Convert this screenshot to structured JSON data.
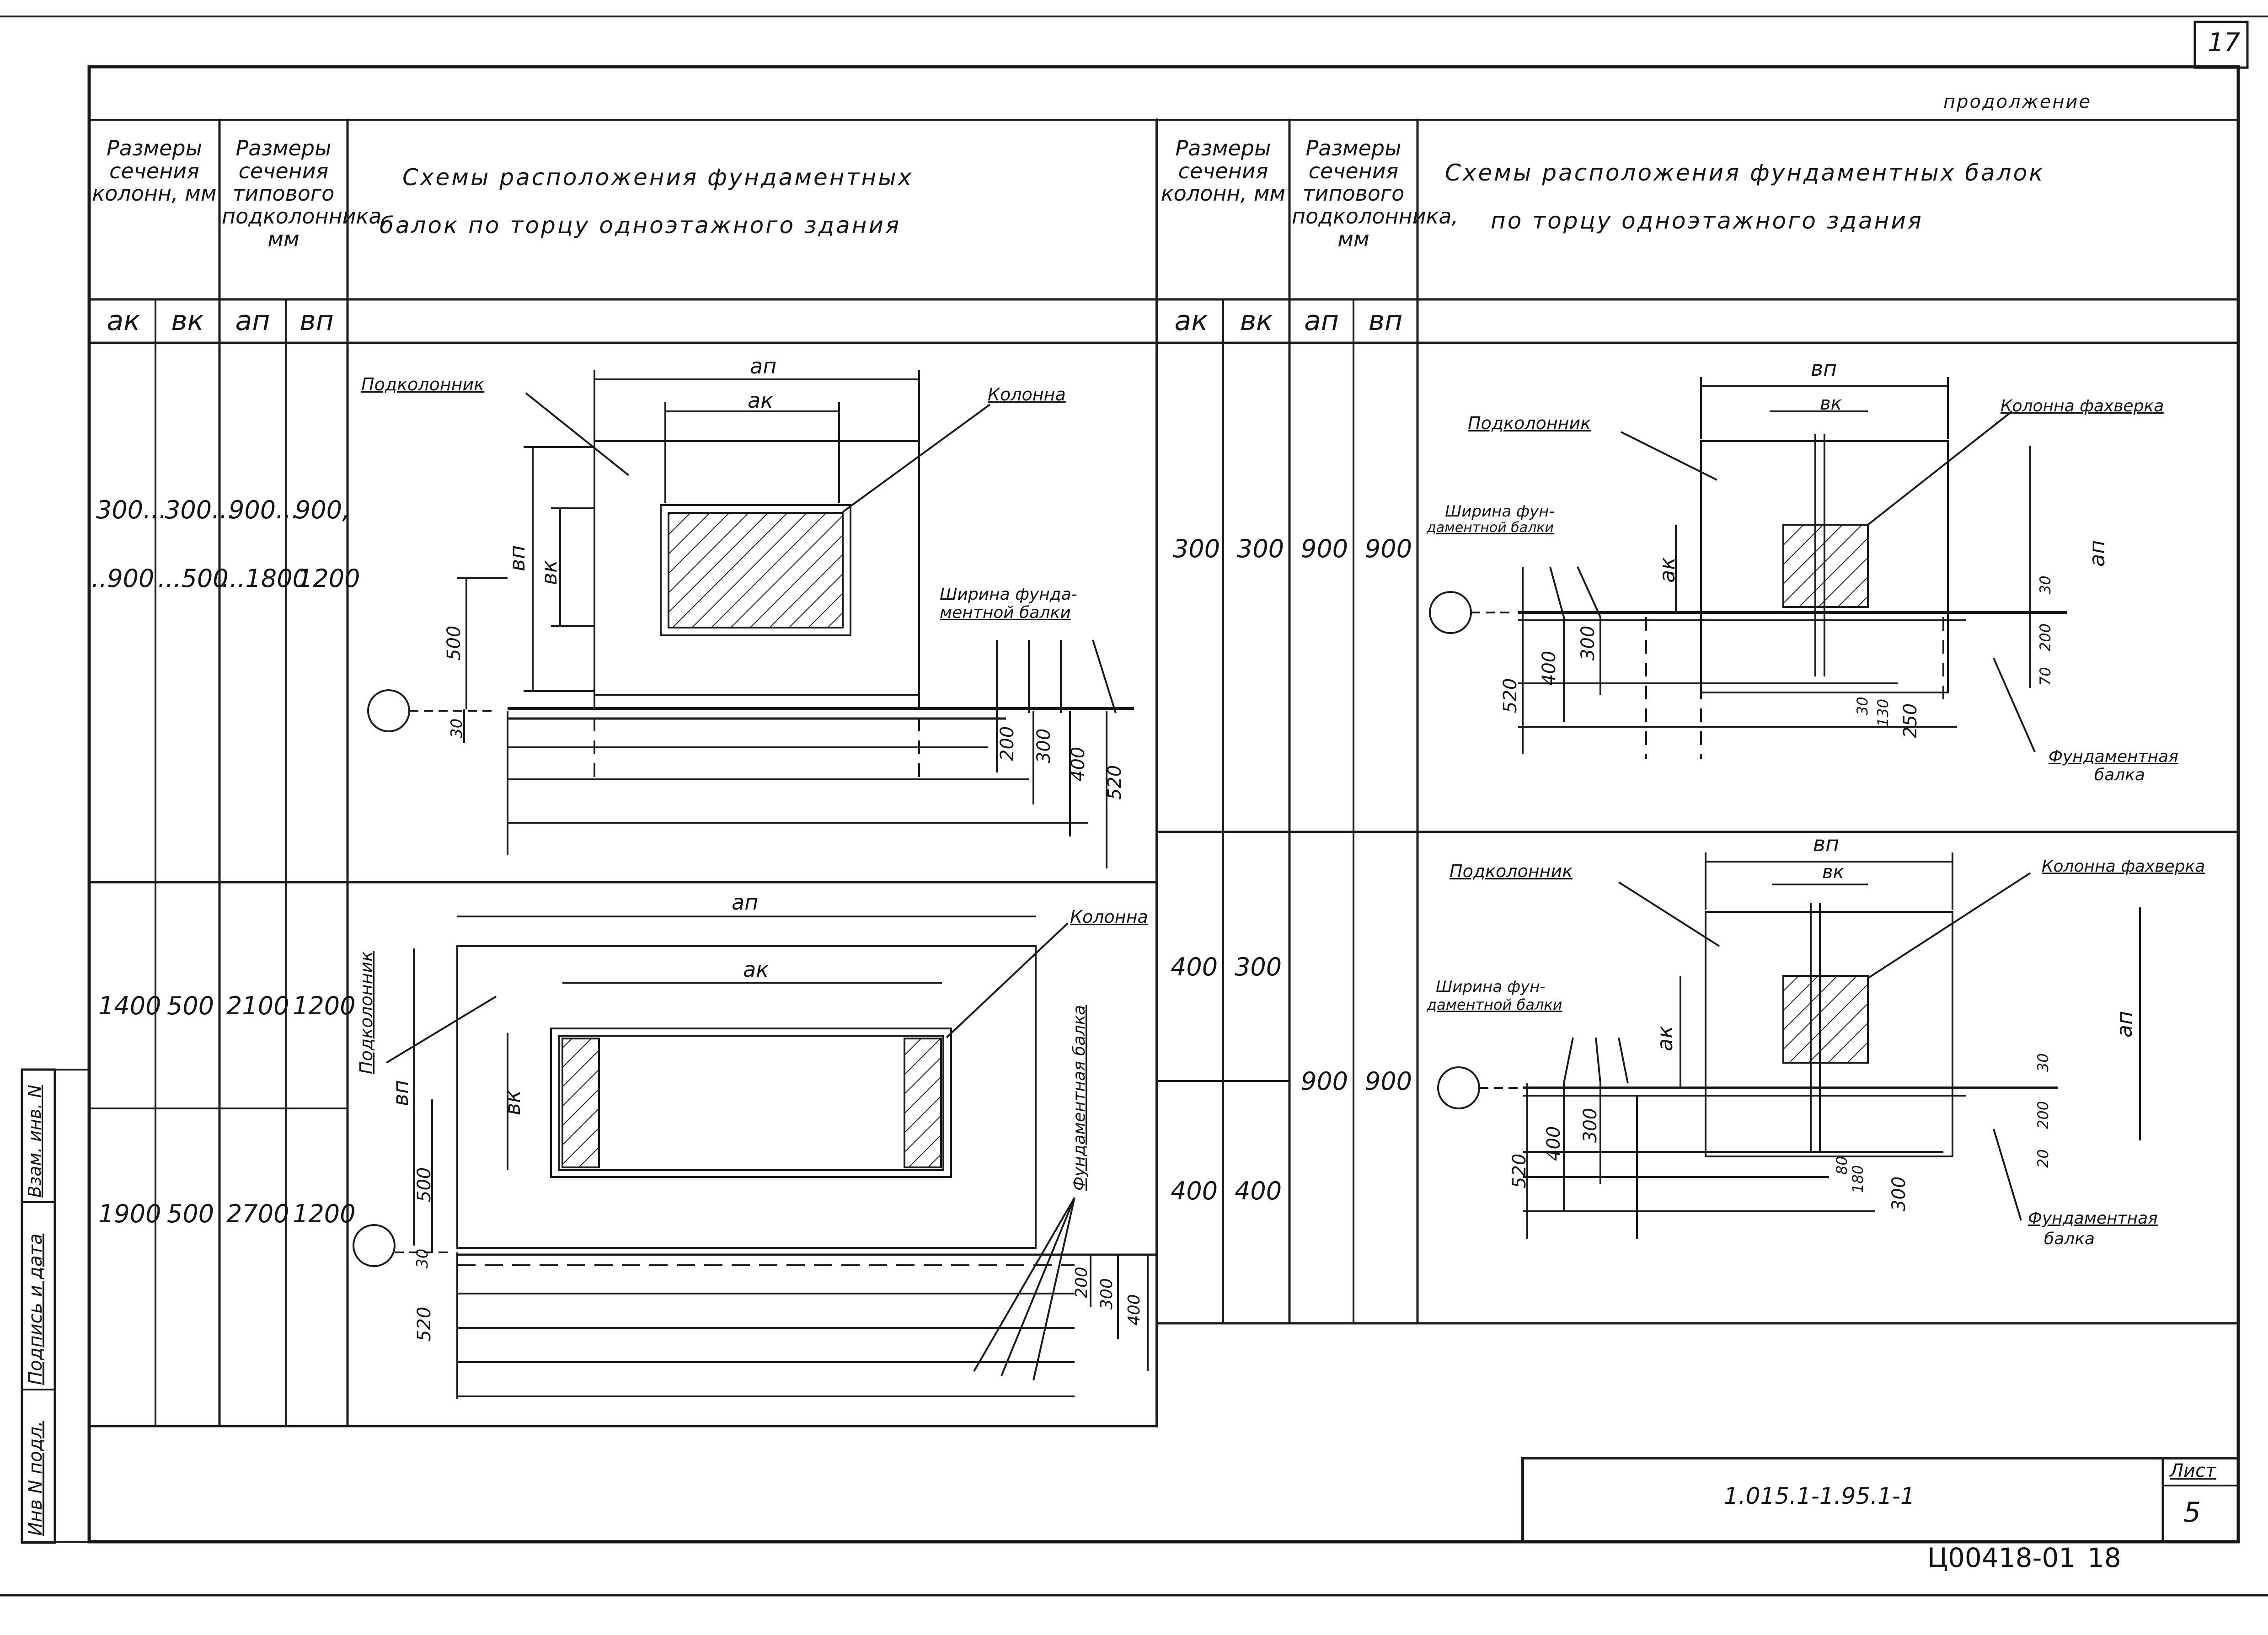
{
  "sheet_number_corner": "17",
  "continuation": "продолжение",
  "left_section": {
    "header": {
      "col_sizes_title": "Размеры сечения колонн, мм",
      "sub_sizes_title": "Размеры сечения типового подколонника, мм",
      "scheme_title_line1": "Схемы расположения фундаментных",
      "scheme_title_line2": "балок по торцу одноэтажного здания",
      "sym_ak": "ак",
      "sym_bk": "вк",
      "sym_an": "ап",
      "sym_bn": "вп"
    },
    "rows": [
      {
        "ak": "300...",
        "bk": "300...",
        "an": "900...",
        "bn": "900,"
      },
      {
        "ak": "..900",
        "bk": "...500",
        "an": "...1800",
        "bn": "1200"
      },
      {
        "ak": "1400",
        "bk": "500",
        "an": "2100",
        "bn": "1200"
      },
      {
        "ak": "1900",
        "bk": "500",
        "an": "2700",
        "bn": "1200"
      }
    ],
    "diagram1": {
      "label_podkolonnik": "Подколонник",
      "label_kolonna": "Колонна",
      "label_width": "Ширина фунда-",
      "label_width2": "ментной балки",
      "dim_an": "ап",
      "dim_ak": "ак",
      "dim_bn": "вп",
      "dim_bk": "вк",
      "dim_500": "500",
      "dim_30": "30",
      "dims_right": [
        "200",
        "300",
        "400",
        "520"
      ]
    },
    "diagram2": {
      "label_podkolonnik": "Подколонник",
      "label_kolonna": "Колонна",
      "label_beam": "Фундаментная балка",
      "dim_an": "ап",
      "dim_ak": "ак",
      "dim_bn": "вп",
      "dim_bk": "вк",
      "dim_500": "500",
      "dim_30": "30",
      "dim_520": "520",
      "dims_right": [
        "200",
        "300",
        "400"
      ]
    }
  },
  "right_section": {
    "header": {
      "col_sizes_title": "Размеры сечения колонн, мм",
      "sub_sizes_title": "Размеры сечения типового подколонника, мм",
      "scheme_title_line1": "Схемы расположения фундаментных балок",
      "scheme_title_line2": "по торцу одноэтажного здания",
      "sym_ak": "ак",
      "sym_bk": "вк",
      "sym_an": "ап",
      "sym_bn": "вп"
    },
    "rows": [
      {
        "ak": "300",
        "bk": "300",
        "an": "900",
        "bn": "900"
      },
      {
        "ak": "400",
        "bk": "300",
        "an": "",
        "bn": ""
      },
      {
        "ak": "",
        "bk": "",
        "an": "900",
        "bn": "900"
      },
      {
        "ak": "400",
        "bk": "400",
        "an": "",
        "bn": ""
      }
    ],
    "diagram3": {
      "label_podkolonnik": "Подколонник",
      "label_kolonna": "Колонна фахверка",
      "label_width": "Ширина фун-",
      "label_width2": "даментной балки",
      "label_beam": "Фундаментная",
      "label_beam2": "балка",
      "dim_bn": "вп",
      "dim_bk": "вк",
      "dim_ak": "ак",
      "dim_an": "ап",
      "dims_left": [
        "520",
        "400",
        "300"
      ],
      "dims_right": [
        "30",
        "200",
        "70"
      ],
      "dims_bottom": [
        "30",
        "130",
        "250"
      ]
    },
    "diagram4": {
      "label_podkolonnik": "Подколонник",
      "label_kolonna": "Колонна фахверка",
      "label_width": "Ширина фун-",
      "label_width2": "даментной балки",
      "label_beam": "Фундаментная",
      "label_beam2": "балка",
      "dim_bn": "вп",
      "dim_bk": "вк",
      "dim_ak": "ак",
      "dim_an": "ап",
      "dims_left": [
        "520",
        "400",
        "300"
      ],
      "dims_right": [
        "30",
        "200",
        "20"
      ],
      "dims_bottom": [
        "80",
        "180",
        "300"
      ]
    }
  },
  "side_stamp": [
    "Инв N подл.",
    "Подпись и дата",
    "Взам. инв. N"
  ],
  "title_block": {
    "document_code": "1.015.1-1.95.1-1",
    "sheet_label": "Лист",
    "sheet_number": "5"
  },
  "archive_number": "Ц00418-01",
  "archive_page": "18"
}
